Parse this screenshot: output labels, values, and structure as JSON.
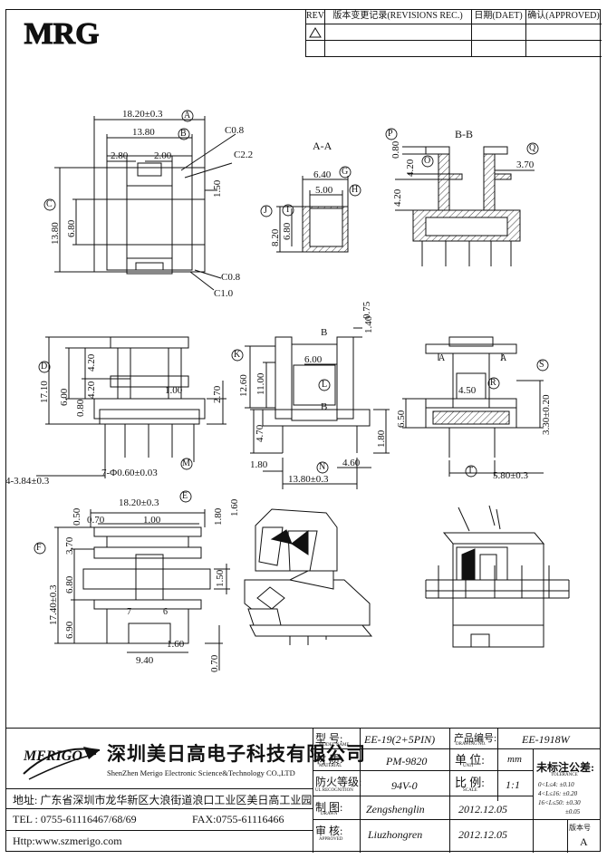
{
  "logo_text": "MRG",
  "revision_table": {
    "rev": "REV",
    "revisions": "版本变更记录(REVISIONS REC.)",
    "date": "日期(DAET)",
    "approved": "确认(APPROVED)"
  },
  "views": {
    "section_aa": "A-A",
    "section_bb": "B-B",
    "marker_a": "A",
    "marker_b": "B"
  },
  "dimensions": {
    "d1": "18.20±0.3",
    "d2": "13.80",
    "d3": "2.80",
    "d4": "2.00",
    "d5": "C0.8",
    "d6": "C2.2",
    "d7": "1.50",
    "d8": "13.80",
    "d9": "6.80",
    "d10": "C0.8",
    "d11": "C1.0",
    "d12": "6.40",
    "d13": "5.00",
    "d14": "8.20",
    "d15": "6.80",
    "d16": "0.80",
    "d17": "4.20",
    "d18": "3.70",
    "d19": "4.20",
    "d20": "17.10",
    "d21": "4.20",
    "d22": "6.00",
    "d23": "4.20",
    "d24": "0.80",
    "d25": "1.00",
    "d26": "2.70",
    "d27": "4-3.84±0.3",
    "d28": "7-Φ0.60±0.03",
    "d29": "0.75",
    "d30": "1.40",
    "d31": "12.60",
    "d32": "6.00",
    "d33": "11.00",
    "d34": "4.70",
    "d35": "1.80",
    "d36": "1.80",
    "d37": "4.60",
    "d38": "13.80±0.3",
    "d39": "4.50",
    "d40": "3.30±0.20",
    "d41": "6.50",
    "d42": "5.80±0.3",
    "d43": "18.20±0.3",
    "d44": "0.50",
    "d45": "0.70",
    "d46": "1.00",
    "d47": "1.80",
    "d48": "1.60",
    "d49": "3.70",
    "d50": "6.80",
    "d51": "17.40±0.3",
    "d52": "6.90",
    "d53": "1.50",
    "d54": "9.40",
    "d55": "1.60",
    "d56": "0.70",
    "pin7": "7",
    "pin6": "6"
  },
  "labels": {
    "A": "A",
    "B": "B",
    "C": "C",
    "E": "E",
    "F": "F",
    "G": "G",
    "H": "H",
    "J": "J",
    "I": "I",
    "O": "O",
    "P": "P",
    "Q": "Q",
    "D": "D",
    "M": "M",
    "K": "K",
    "L": "L",
    "N": "N",
    "R": "R",
    "S": "S",
    "T": "T"
  },
  "title_block": {
    "brand": "MERIGO",
    "company_cn": "深圳美日高电子科技有限公司",
    "company_en": "ShenZhen Merigo Electronic Science&Technology CO.,LTD",
    "address": "地址: 广东省深圳市龙华新区大浪街道浪口工业区美日高工业园",
    "tel": "TEL : 0755-61116467/68/69",
    "fax": "FAX:0755-61116466",
    "url": "Http:www.szmerigo.com",
    "model_label": "型 号:",
    "model_label_en": "MODEL NAME",
    "model_value": "EE-19(2+5PIN)",
    "drawing_no_label": "产品编号:",
    "drawing_no_label_en": "DRAWING NO.",
    "drawing_no_value": "EE-1918W",
    "material_label": "材 质:",
    "material_label_en": "MATERIAL",
    "material_value": "PM-9820",
    "unit_label": "单 位:",
    "unit_label_en": "UNIT",
    "unit_value": "mm",
    "tolerance_title": "未标注公差:",
    "tolerance_title_en": "TOLERANCE",
    "tol1": "0<L≤4:  ±0.10",
    "tol2": "4<L≤16: ±0.20",
    "tol3": "16<L≤50: ±0.30",
    "tol4": "±0.05",
    "fire_label": "防火等级:",
    "fire_label_en": "UL RECOGNITION",
    "fire_value": "94V-0",
    "scale_label": "比 例:",
    "scale_label_en": "SCALE",
    "scale_value": "1:1",
    "drawn_label": "制 图:",
    "drawn_label_en": "DRAWN",
    "drawn_value": "Zengshenglin",
    "drawn_date": "2012.12.05",
    "approval_label": "审 核:",
    "approval_label_en": "APPROVED",
    "approval_value": "Liuzhongren",
    "approval_date": "2012.12.05",
    "version_label": "版本号",
    "version_value": "A"
  }
}
